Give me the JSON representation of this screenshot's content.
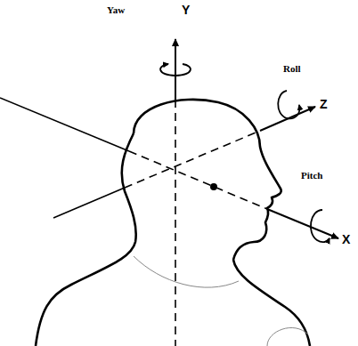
{
  "diagram": {
    "labels": [
      "Yaw",
      "Y",
      "Roll",
      "Z",
      "Pitch",
      "X"
    ]
  }
}
